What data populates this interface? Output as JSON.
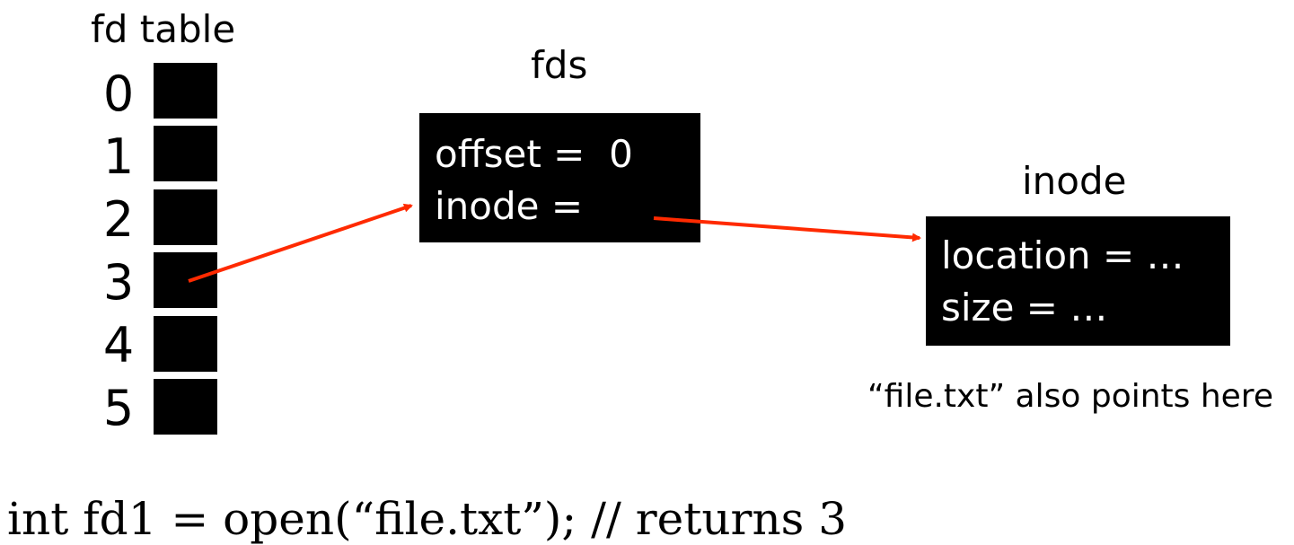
{
  "fd_table": {
    "title": "fd table",
    "entries": [
      "0",
      "1",
      "2",
      "3",
      "4",
      "5"
    ]
  },
  "fds": {
    "title": "fds",
    "offset_line": "offset =  0",
    "inode_line": "inode ="
  },
  "inode": {
    "title": "inode",
    "location_line": "location = …",
    "size_line": "size = …",
    "note": "“file.txt” also points here"
  },
  "code": {
    "line": "int fd1 = open(“file.txt”); // returns 3"
  },
  "colors": {
    "box": "#000000",
    "box_text": "#ffffff",
    "arrow": "#ff2a00"
  },
  "icons": [
    "arrow-fd3-to-fds",
    "arrow-fds-to-inode"
  ]
}
